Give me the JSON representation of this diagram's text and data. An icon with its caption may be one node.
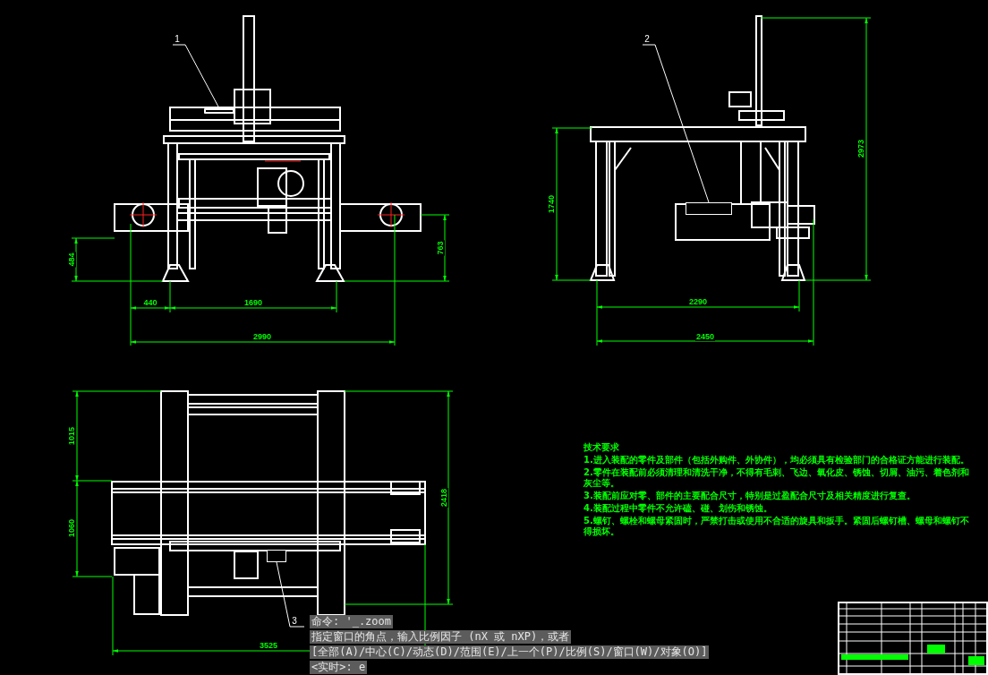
{
  "diagram": {
    "nodes": [
      {
        "text": [
          "1"
        ]
      },
      {
        "text": [],
        "shape": "bar"
      },
      {
        "text": [
          "2"
        ]
      },
      {
        "text": [],
        "shape": "box"
      },
      {
        "text": [
          "3"
        ]
      },
      {
        "text": [],
        "shape": "box"
      }
    ],
    "edges": [
      {
        "from": 0,
        "to": 1,
        "arrow": "none"
      },
      {
        "from": 2,
        "to": 3,
        "arrow": "none"
      },
      {
        "from": 4,
        "to": 5,
        "arrow": "none"
      }
    ],
    "labels": [
      "484",
      "763",
      "440",
      "1690",
      "2990",
      "1740",
      "2973",
      "2290",
      "2450",
      "1015",
      "1060",
      "2418",
      "3525",
      "技术要求",
      "1.进入装配的零件及部件（包括外购件、外协件），均必须具有检验部门的合格证方能进行装配。",
      "2.零件在装配前必须清理和清洗干净，不得有毛刺、飞边、氧化皮、锈蚀、切屑、油污、着色剂和灰尘等。",
      "3.装配前应对零、部件的主要配合尺寸，特别是过盈配合尺寸及相关精度进行复查。",
      "4.装配过程中零件不允许磕、碰、划伤和锈蚀。",
      "5.螺钉、螺栓和螺母紧固时，严禁打击或使用不合适的旋具和扳手。紧固后螺钉槽、螺母和螺钉不得损坏。",
      "命令: '_.zoom",
      "指定窗口的角点，输入比例因子 (nX 或 nXP)，或者",
      "[全部(A)/中心(C)/动态(D)/范围(E)/上一个(P)/比例(S)/窗口(W)/对象(O)]",
      "<实时>:  e"
    ]
  }
}
